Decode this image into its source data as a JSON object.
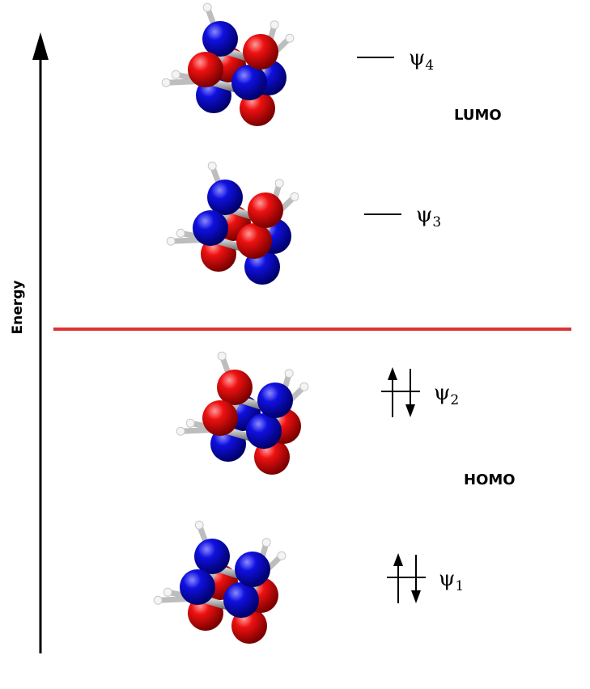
{
  "axis": {
    "label": "Energy"
  },
  "labels": {
    "lumo": "LUMO",
    "homo": "HOMO"
  },
  "orbitals": [
    {
      "symbol": "ψ",
      "subscript": "4",
      "electrons": 0,
      "filled": false
    },
    {
      "symbol": "ψ",
      "subscript": "3",
      "electrons": 0,
      "filled": false
    },
    {
      "symbol": "ψ",
      "subscript": "2",
      "electrons": 2,
      "filled": true
    },
    {
      "symbol": "ψ",
      "subscript": "1",
      "electrons": 2,
      "filled": true
    }
  ],
  "colors": {
    "phase_positive": "#e00000",
    "phase_negative": "#0000dd",
    "bond": "#9a9a9a",
    "hydrogen": "#eeeeee",
    "homo_lumo_divider": "#dd3333",
    "arrow": "#000000"
  }
}
